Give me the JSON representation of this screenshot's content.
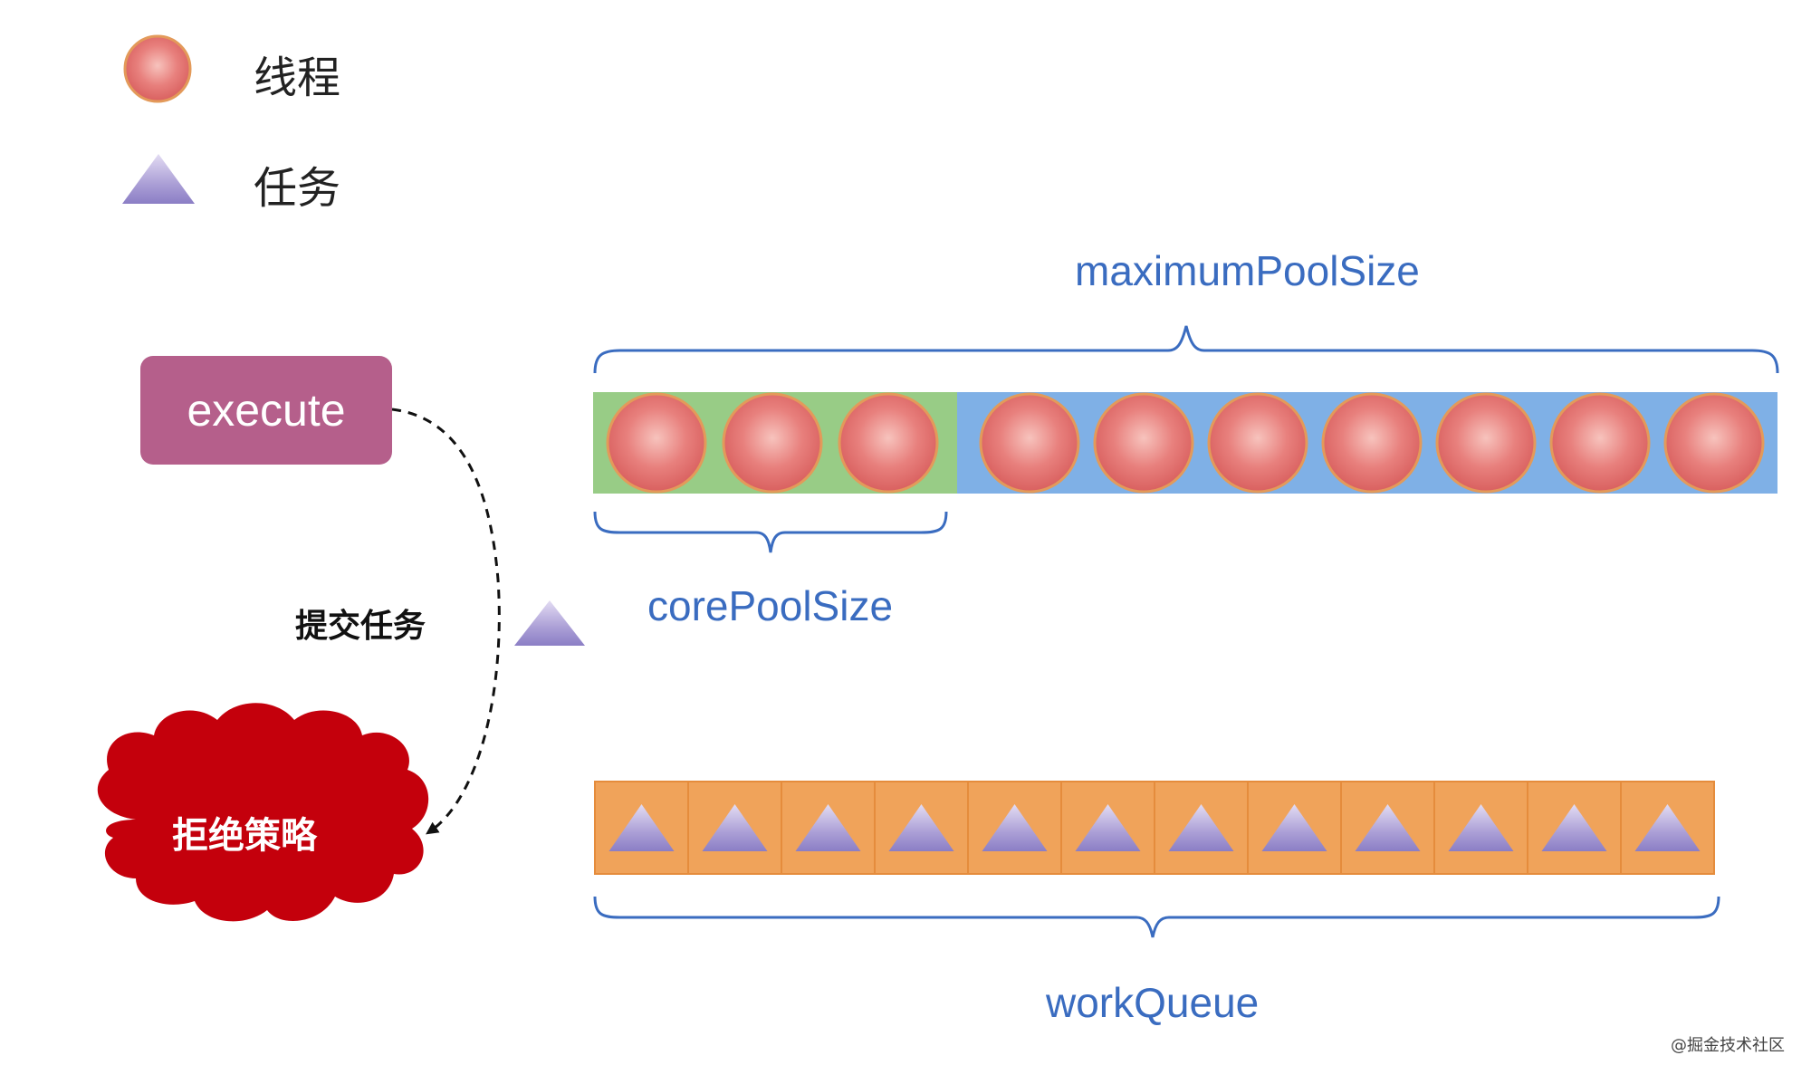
{
  "legend": {
    "thread_label": "线程",
    "task_label": "任务"
  },
  "execute_label": "execute",
  "submit_label": "提交任务",
  "reject_label": "拒绝策略",
  "maximum_label": "maximumPoolSize",
  "core_label": "corePoolSize",
  "queue_label": "workQueue",
  "watermark": "@掘金技术社区",
  "pool": {
    "core_threads": 3,
    "total_threads": 10
  },
  "queue": {
    "task_slots": 12
  },
  "colors": {
    "core_background": "#98cc86",
    "max_background": "#7fb0e6",
    "queue_background": "#f0a35a",
    "thread_fill": "#e77a7a",
    "task_fill": "#a79ad2",
    "execute_box": "#b55f8b",
    "reject_cloud": "#c4000c",
    "label_blue": "#3a6cc0"
  }
}
